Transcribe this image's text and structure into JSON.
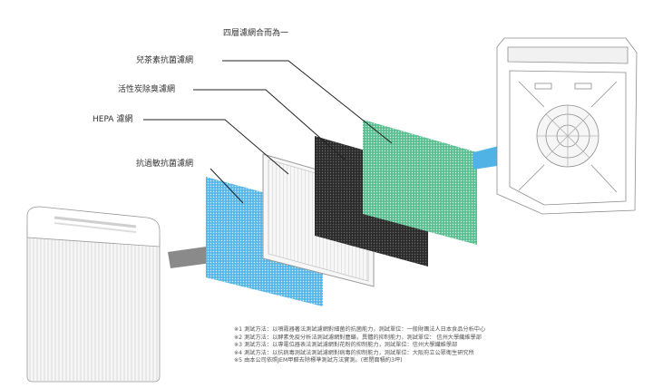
{
  "diagram": {
    "title": "四層濾網合而為一",
    "filters": [
      {
        "label": "兒茶素抗菌濾網",
        "color": "#5bbf92"
      },
      {
        "label": "活性炭除臭濾網",
        "color": "#2b2b2b"
      },
      {
        "label": "HEPA 濾網",
        "color": "#f3f3f3"
      },
      {
        "label": "抗過敏抗菌濾網",
        "color": "#58b7e8"
      }
    ],
    "accent_arrow_color": "#4fb3e6",
    "notes": [
      "※1 測試方法：以噴霧器著法測試濾網對細菌的抗菌能力，測試單位：一般財團法人日本食品分析中心",
      "※2 測試方法：以酵素免疫分析法測試濾網對塵蟎，異體的抑制能力，測試單位： 信州大學纖維學部",
      "※3 測試方法：以專電位器表法測試濾網對花粉的抑制能力，測試單位：信州大學纖維學部",
      "※4 測試方法：以抗病毒測試法測試濾網對病毒的抑制能力，測試單位：大阪府立公眾衛生研究所",
      "※5 由本公司依照JEM甲醛去除標準測試方法實測。(密閉面積約3坪)"
    ]
  }
}
